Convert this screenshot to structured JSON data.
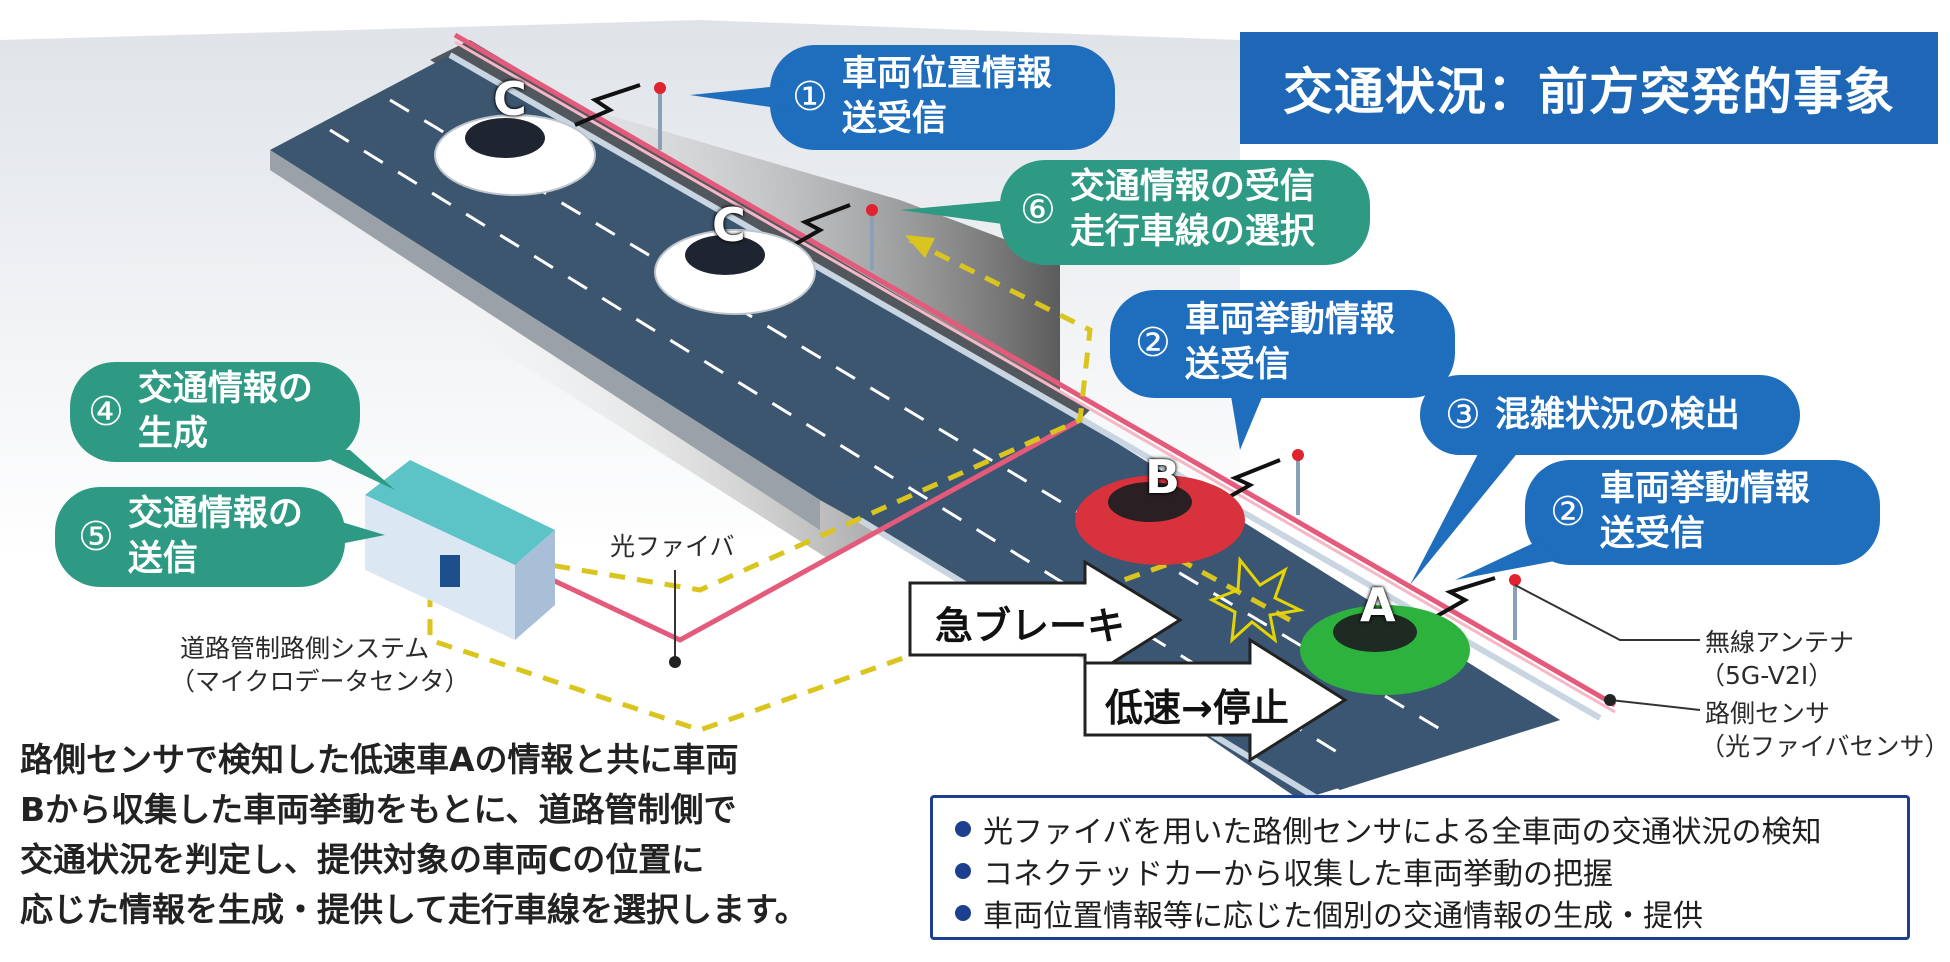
{
  "title": "交通状況：前方突発的事象",
  "bubbles": {
    "b1": {
      "num": "①",
      "line1": "車両位置情報",
      "line2": "送受信"
    },
    "b6": {
      "num": "⑥",
      "line1": "交通情報の受信",
      "line2": "走行車線の選択"
    },
    "b2a": {
      "num": "②",
      "line1": "車両挙動情報",
      "line2": "送受信"
    },
    "b3": {
      "num": "③",
      "line1": "混雑状況の検出"
    },
    "b2b": {
      "num": "②",
      "line1": "車両挙動情報",
      "line2": "送受信"
    },
    "b4": {
      "num": "④",
      "line1": "交通情報の",
      "line2": "生成"
    },
    "b5": {
      "num": "⑤",
      "line1": "交通情報の",
      "line2": "送信"
    }
  },
  "cars": {
    "c_far": "C",
    "c_near": "C",
    "b": "B",
    "a": "A"
  },
  "labels": {
    "fiber": "光ファイバ",
    "system_line1": "道路管制路側システム",
    "system_line2": "（マイクロデータセンタ）",
    "antenna_line1": "無線アンテナ",
    "antenna_line2": "（5G-V2I）",
    "sensor_line1": "路側センサ",
    "sensor_line2": "（光ファイバセンサ）"
  },
  "arrows": {
    "brake": "急ブレーキ",
    "slow": "低速→停止"
  },
  "description": [
    "路側センサで検知した低速車Aの情報と共に車両",
    "Bから収集した車両挙動をもとに、道路管制側で",
    "交通状況を判定し、提供対象の車両Cの位置に",
    "応じた情報を生成・提供して走行車線を選択します。"
  ],
  "summary": [
    "光ファイバを用いた路側センサによる全車両の交通状況の検知",
    "コネクテッドカーから収集した車両挙動の把握",
    "車両位置情報等に応じた個別の交通情報の生成・提供"
  ],
  "colors": {
    "blue_bubble": "#1f6dbd",
    "teal_bubble": "#2e9a83",
    "title_bg": "#1d67b6",
    "road": "#3d5670",
    "fiber_line": "#e45a7a",
    "info_path": "#d9c51e",
    "car_b": "#d8323c",
    "car_a": "#2db23e"
  }
}
